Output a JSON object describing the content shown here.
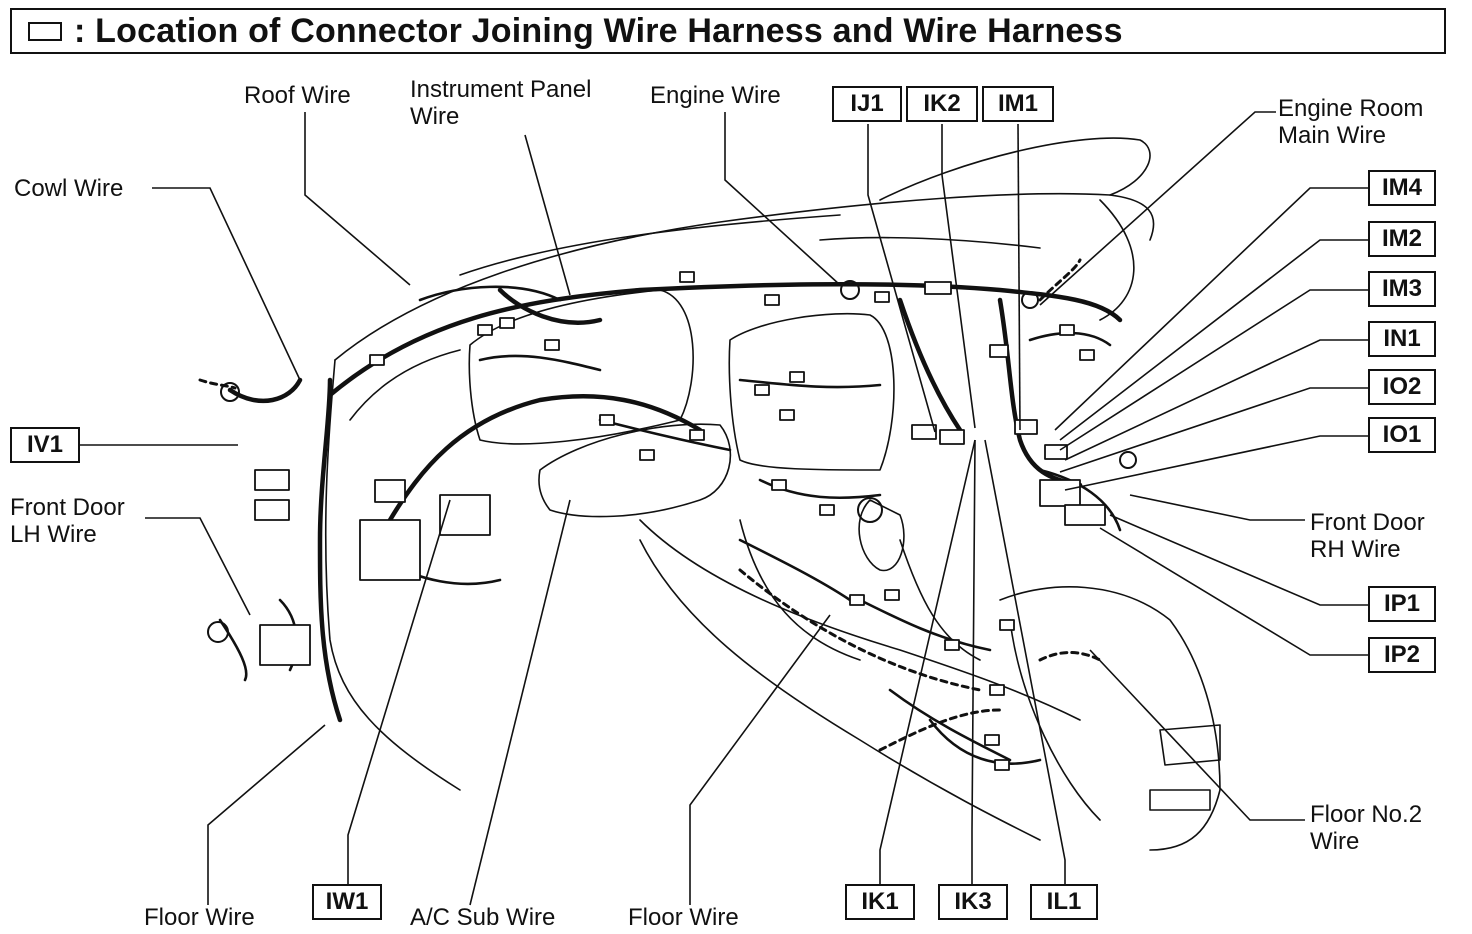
{
  "title": ": Location of Connector Joining Wire Harness and Wire Harness",
  "labels": {
    "roof_wire": "Roof Wire",
    "instrument_panel_wire_1": "Instrument Panel",
    "instrument_panel_wire_2": "Wire",
    "engine_wire": "Engine Wire",
    "engine_room_main_wire_1": "Engine Room",
    "engine_room_main_wire_2": "Main Wire",
    "cowl_wire": "Cowl Wire",
    "front_door_lh_wire_1": "Front Door",
    "front_door_lh_wire_2": "LH Wire",
    "front_door_rh_wire_1": "Front Door",
    "front_door_rh_wire_2": "RH Wire",
    "floor_no2_wire_1": "Floor No.2",
    "floor_no2_wire_2": "Wire",
    "floor_wire_left": "Floor Wire",
    "ac_sub_wire": "A/C Sub Wire",
    "floor_wire_center": "Floor Wire"
  },
  "codes": {
    "ij1": "IJ1",
    "ik2": "IK2",
    "im1": "IM1",
    "im4": "IM4",
    "im2": "IM2",
    "im3": "IM3",
    "in1": "IN1",
    "io2": "IO2",
    "io1": "IO1",
    "ip1": "IP1",
    "ip2": "IP2",
    "iv1": "IV1",
    "iw1": "IW1",
    "ik1": "IK1",
    "ik3": "IK3",
    "il1": "IL1"
  }
}
